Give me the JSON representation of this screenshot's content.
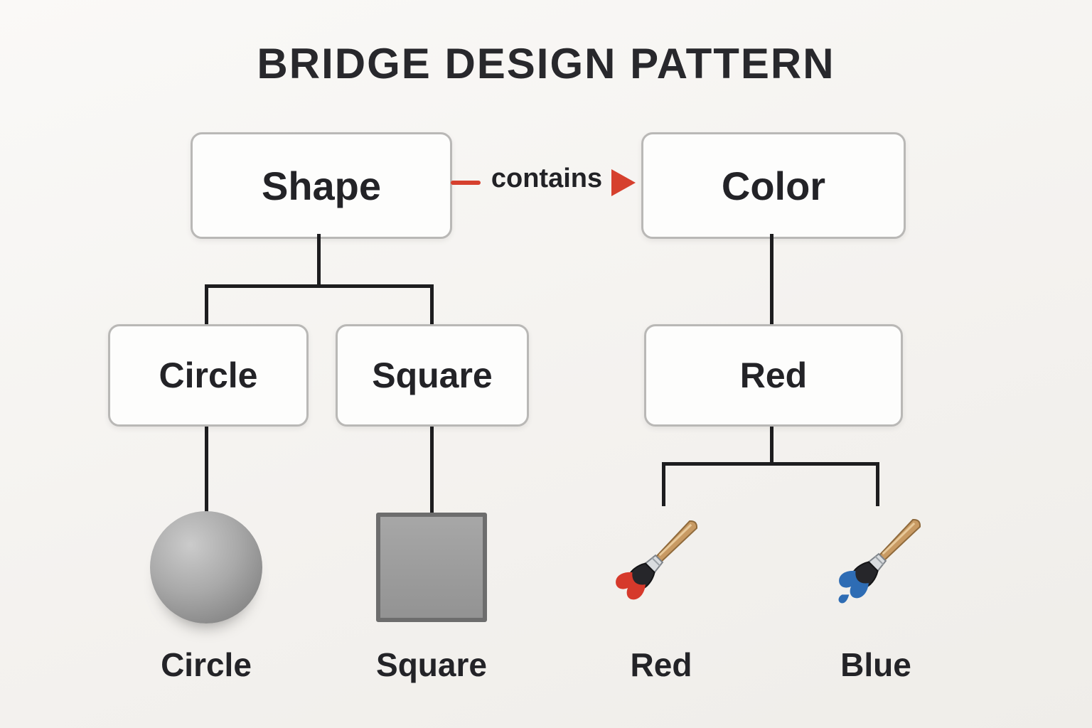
{
  "title": "BRIDGE DESIGN PATTERN",
  "relation": {
    "label": "contains"
  },
  "abstraction": {
    "root": "Shape",
    "children": {
      "circle": "Circle",
      "square": "Square"
    }
  },
  "implementor": {
    "root": "Color",
    "children": {
      "red": "Red"
    }
  },
  "instances": {
    "circle": "Circle",
    "square": "Square",
    "red": "Red",
    "blue": "Blue"
  },
  "colors": {
    "connector_line": "#1d1d1f",
    "contains_arrow": "#d6402e",
    "red_paint": "#d6392b",
    "blue_paint": "#2e6cb4",
    "shape_gray": "#9a9a9a",
    "node_border": "#b9b8b6",
    "node_background": "#fdfdfc",
    "page_background": "#f4f2ef"
  }
}
